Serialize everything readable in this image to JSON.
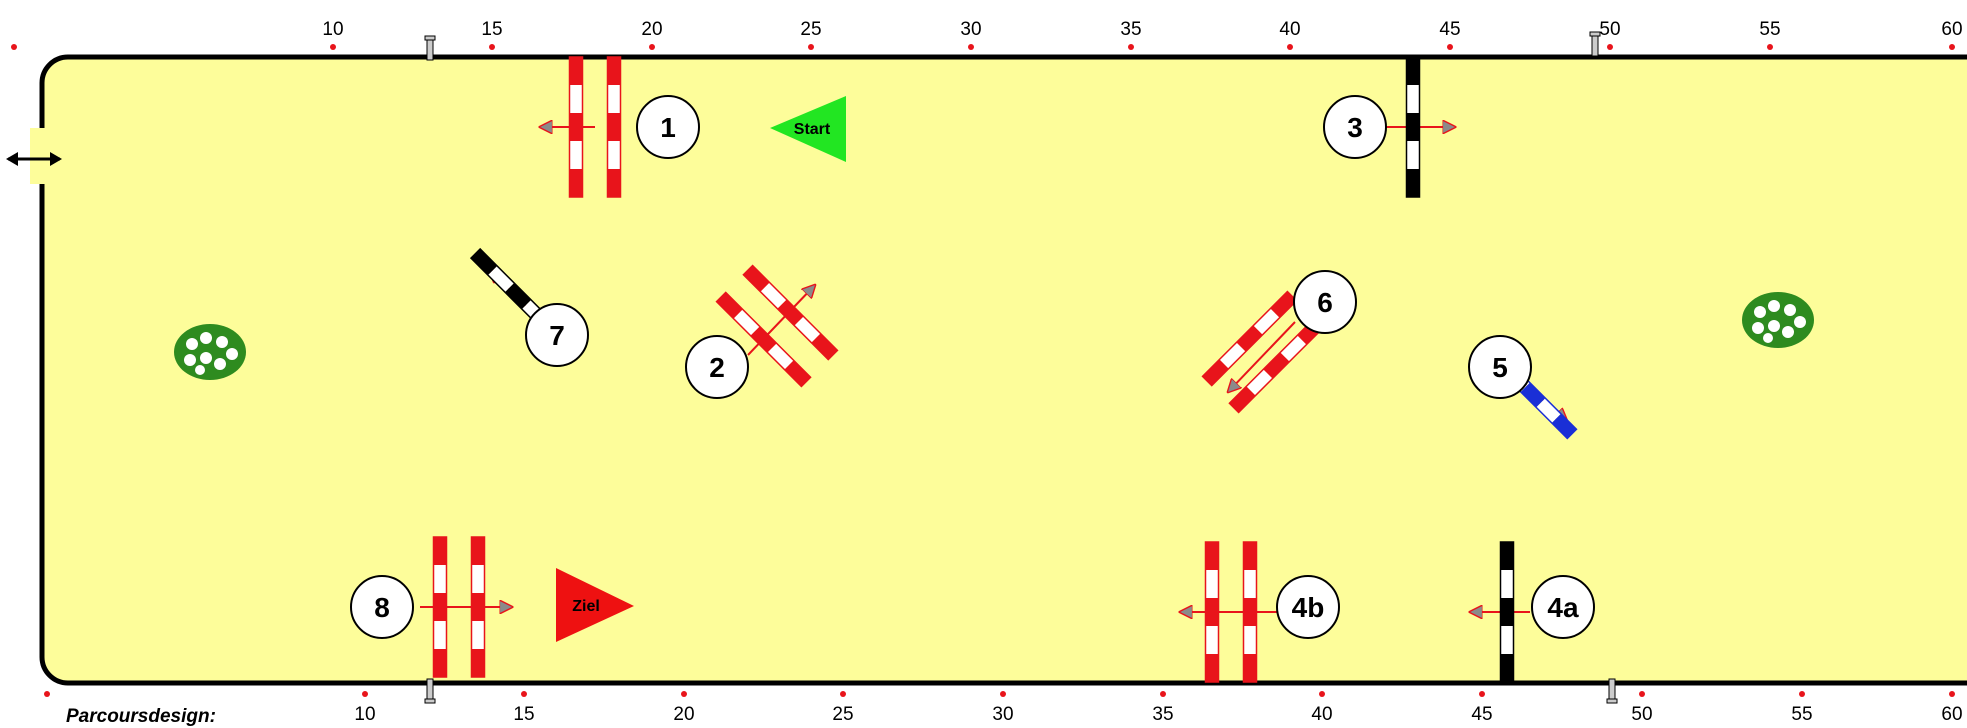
{
  "ruler_top": [
    "10",
    "15",
    "20",
    "25",
    "30",
    "35",
    "40",
    "45",
    "50",
    "55",
    "60"
  ],
  "ruler_bottom": [
    "10",
    "15",
    "20",
    "25",
    "30",
    "35",
    "40",
    "45",
    "50",
    "55",
    "60"
  ],
  "footer": {
    "design_label": "Parcoursdesign:"
  },
  "markers": {
    "start": "Start",
    "finish": "Ziel"
  },
  "obstacles": [
    {
      "number": "1",
      "type": "oxer",
      "colors": [
        "#e8141b"
      ]
    },
    {
      "number": "2",
      "type": "oxer",
      "colors": [
        "#e8141b"
      ]
    },
    {
      "number": "3",
      "type": "vertical",
      "colors": [
        "#000000"
      ]
    },
    {
      "number": "4a",
      "type": "vertical",
      "colors": [
        "#000000"
      ]
    },
    {
      "number": "4b",
      "type": "oxer",
      "colors": [
        "#e8141b"
      ]
    },
    {
      "number": "5",
      "type": "vertical",
      "colors": [
        "#1a2fd6"
      ]
    },
    {
      "number": "6",
      "type": "oxer",
      "colors": [
        "#e8141b"
      ]
    },
    {
      "number": "7",
      "type": "vertical",
      "colors": [
        "#000000"
      ]
    },
    {
      "number": "8",
      "type": "oxer",
      "colors": [
        "#e8141b"
      ]
    }
  ],
  "colors": {
    "arena": "#fdfd9a",
    "start_flag": "#22e622",
    "finish_flag": "#ee1111",
    "rail_red": "#e8141b",
    "rail_black": "#000000",
    "rail_blue": "#1a2fd6",
    "arrow": "#e8141b",
    "arrow_head": "#8a8a8a",
    "ruler_dot": "#e8141b",
    "flowers": "#2e8b1f"
  }
}
